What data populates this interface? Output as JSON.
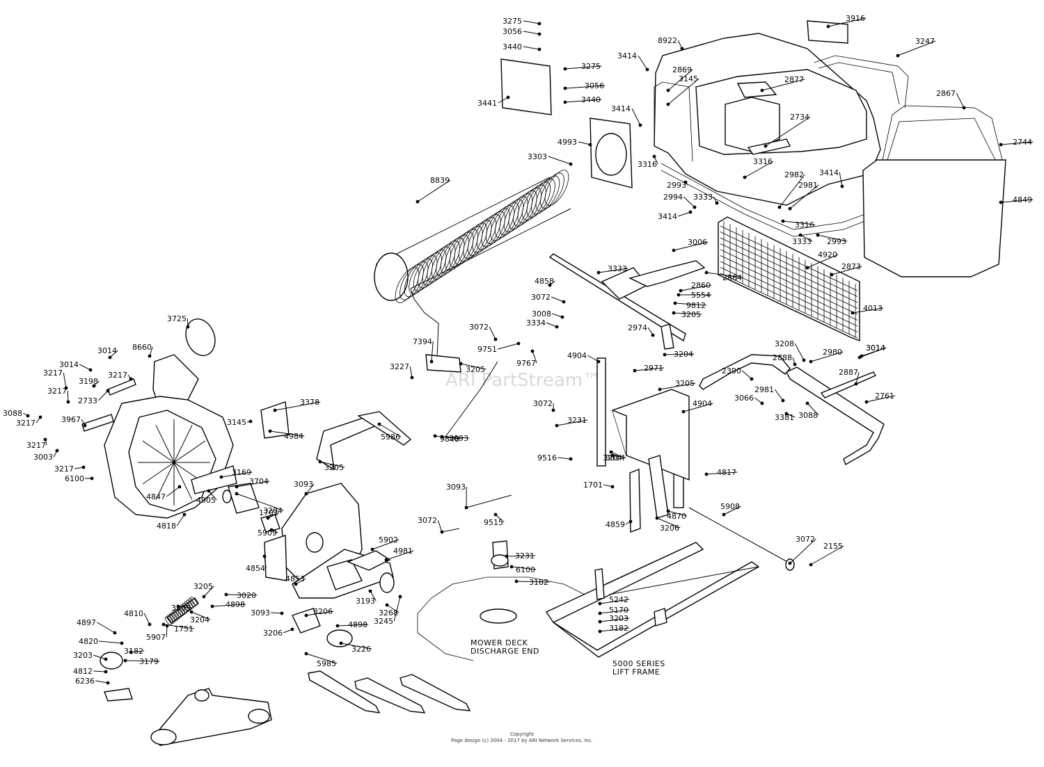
{
  "watermark": "ARI PartStream™",
  "footer": {
    "line1": "Copyright",
    "line2": "Page design (c) 2004 - 2017 by ARI Network Services, Inc."
  },
  "annotations": {
    "mower_deck_1": "MOWER DECK",
    "mower_deck_2": "DISCHARGE END",
    "lift_frame_1": "5000 SERIES",
    "lift_frame_2": "LIFT FRAME"
  },
  "labels": [
    "3275",
    "3056",
    "3440",
    "3275",
    "3056",
    "3440",
    "3441",
    "3916",
    "8922",
    "3414",
    "2869",
    "3145",
    "2877",
    "3247",
    "2867",
    "3414",
    "2734",
    "4993",
    "3303",
    "3316",
    "3316",
    "2744",
    "2993",
    "2994",
    "3333",
    "2982",
    "2981",
    "3414",
    "4849",
    "3414",
    "3316",
    "3333",
    "2993",
    "8839",
    "3006",
    "4920",
    "2873",
    "3333",
    "4858",
    "2864",
    "2860",
    "5554",
    "9812",
    "3205",
    "3072",
    "3008",
    "3334",
    "4013",
    "3725",
    "3072",
    "9751",
    "9767",
    "2974",
    "7394",
    "3014",
    "8660",
    "3014",
    "3217",
    "3227",
    "3205",
    "4904",
    "3204",
    "2971",
    "3014",
    "3217",
    "3198",
    "3217",
    "3208",
    "2888",
    "2980",
    "3014",
    "2390",
    "2887",
    "2733",
    "3378",
    "9848",
    "3205",
    "2981",
    "3066",
    "2761",
    "3088",
    "3217",
    "3967",
    "3145",
    "4984",
    "5986",
    "3072",
    "3231",
    "4904",
    "3204",
    "3381",
    "3088",
    "3217",
    "3003",
    "3093",
    "9516",
    "3014",
    "3217",
    "6100",
    "3169",
    "3704",
    "3205",
    "4817",
    "3204",
    "3093",
    "1701",
    "4905",
    "4847",
    "4818",
    "1701",
    "5909",
    "3093",
    "4870",
    "5908",
    "3072",
    "9515",
    "4859",
    "3206",
    "5902",
    "4981",
    "4854",
    "3231",
    "3072",
    "2155",
    "6100",
    "3182",
    "3205",
    "3020",
    "4898",
    "3204",
    "4853",
    "3193",
    "3268",
    "3245",
    "5242",
    "5170",
    "3203",
    "3182",
    "4810",
    "3205",
    "3093",
    "3206",
    "4898",
    "5907",
    "3206",
    "4897",
    "1751",
    "4820",
    "3182",
    "3226",
    "3203",
    "3179",
    "5985",
    "4812",
    "6236"
  ]
}
